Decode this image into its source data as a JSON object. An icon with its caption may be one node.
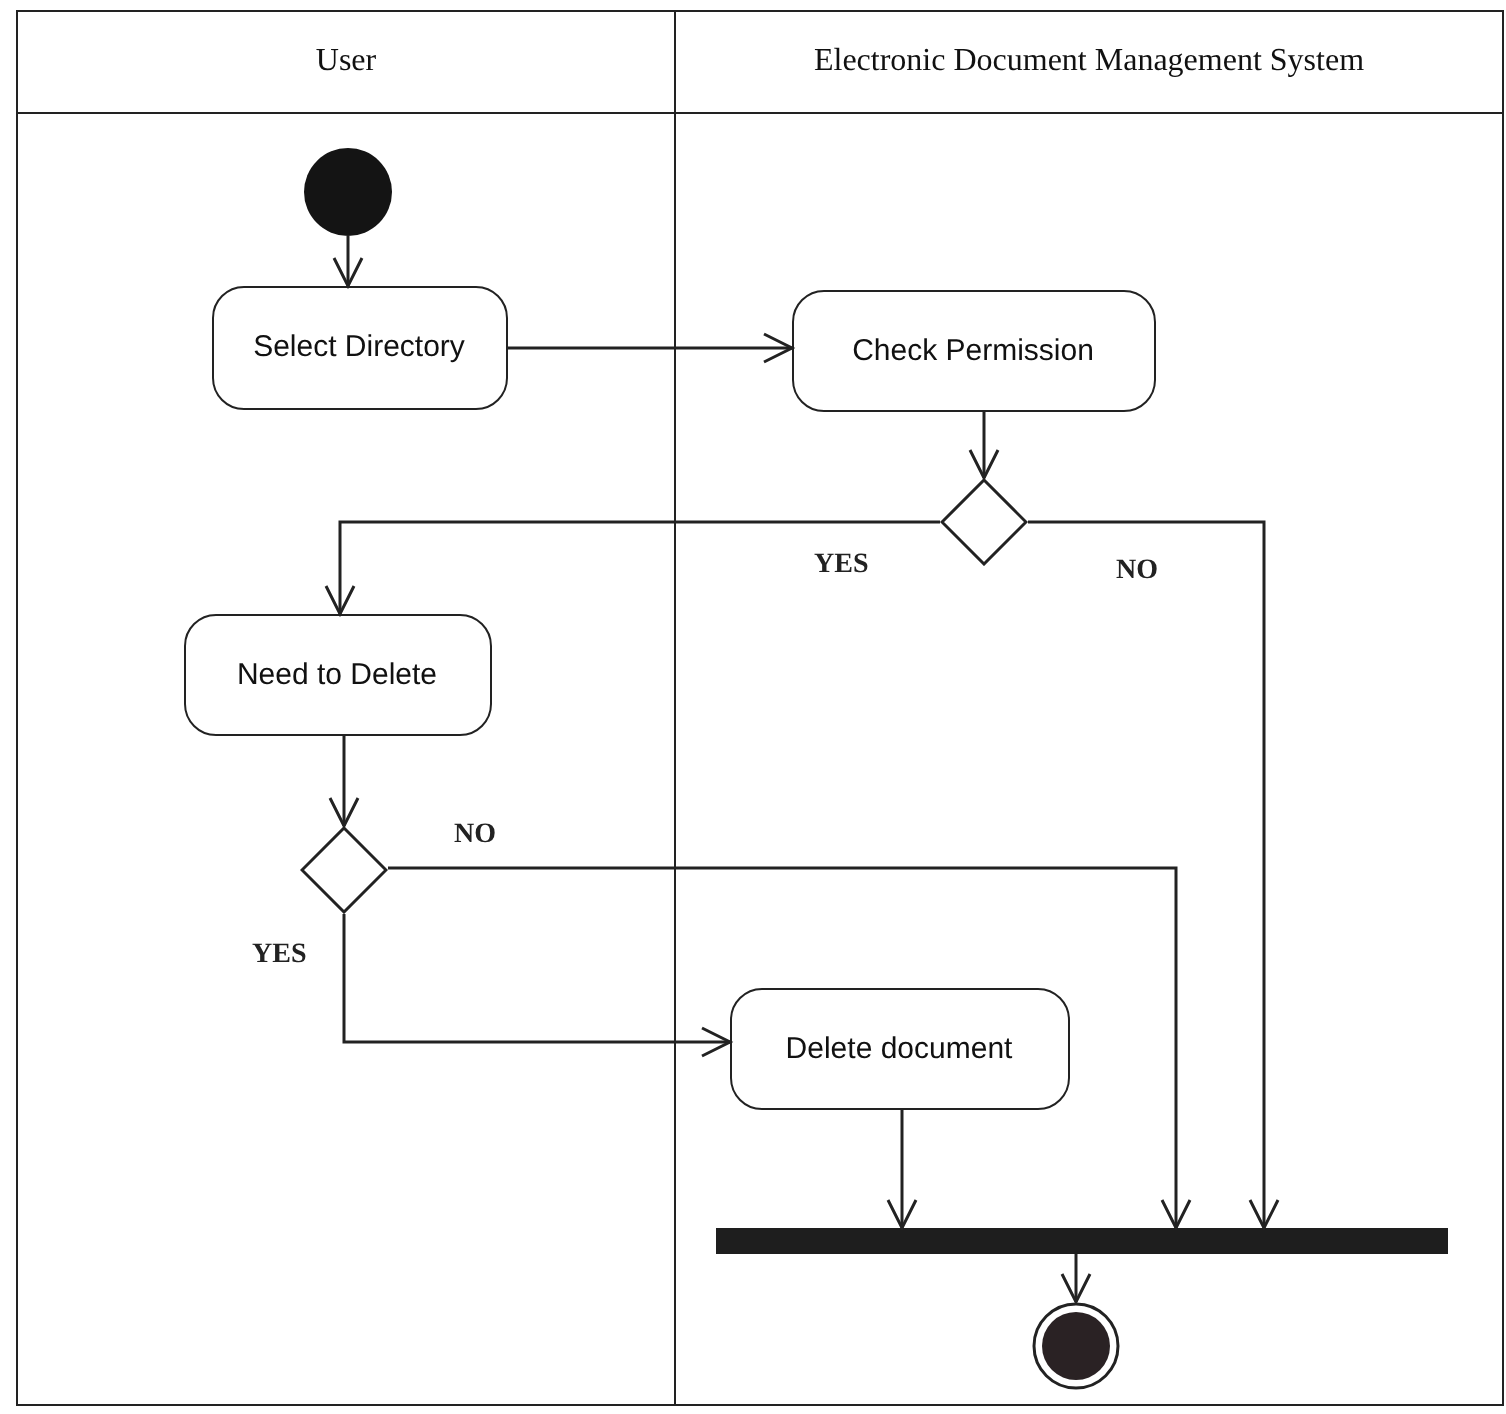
{
  "diagram": {
    "nodes": [
      {
        "text": [
          "User"
        ]
      },
      {
        "text": [
          "Electronic Document Management System"
        ]
      },
      {
        "text": [],
        "shape": "circle",
        "in": 0
      },
      {
        "text": [
          "Select Directory"
        ],
        "in": 0
      },
      {
        "text": [
          "Check Permission"
        ],
        "in": 1
      },
      {
        "text": [],
        "shape": "diamond",
        "in": 1
      },
      {
        "text": [
          "Need to Delete"
        ],
        "in": 0
      },
      {
        "text": [],
        "shape": "diamond",
        "in": 0
      },
      {
        "text": [
          "Delete document"
        ],
        "in": 1
      },
      {
        "text": [],
        "shape": "bar",
        "in": 1
      },
      {
        "text": [],
        "shape": "circle",
        "in": 1
      }
    ],
    "edges": [
      {
        "from": 2,
        "to": 3,
        "arrow": "to"
      },
      {
        "from": 3,
        "to": 4,
        "arrow": "to"
      },
      {
        "from": 4,
        "to": 5,
        "arrow": "to"
      },
      {
        "from": 5,
        "to": 6,
        "arrow": "to",
        "label": "YES"
      },
      {
        "from": 5,
        "to": 9,
        "arrow": "to",
        "label": "NO"
      },
      {
        "from": 6,
        "to": 7,
        "arrow": "to"
      },
      {
        "from": 7,
        "to": 9,
        "arrow": "to",
        "label": "NO"
      },
      {
        "from": 7,
        "to": 8,
        "arrow": "to",
        "label": "YES"
      },
      {
        "from": 8,
        "to": 9,
        "arrow": "to"
      },
      {
        "from": 9,
        "to": 10,
        "arrow": "to"
      }
    ]
  }
}
